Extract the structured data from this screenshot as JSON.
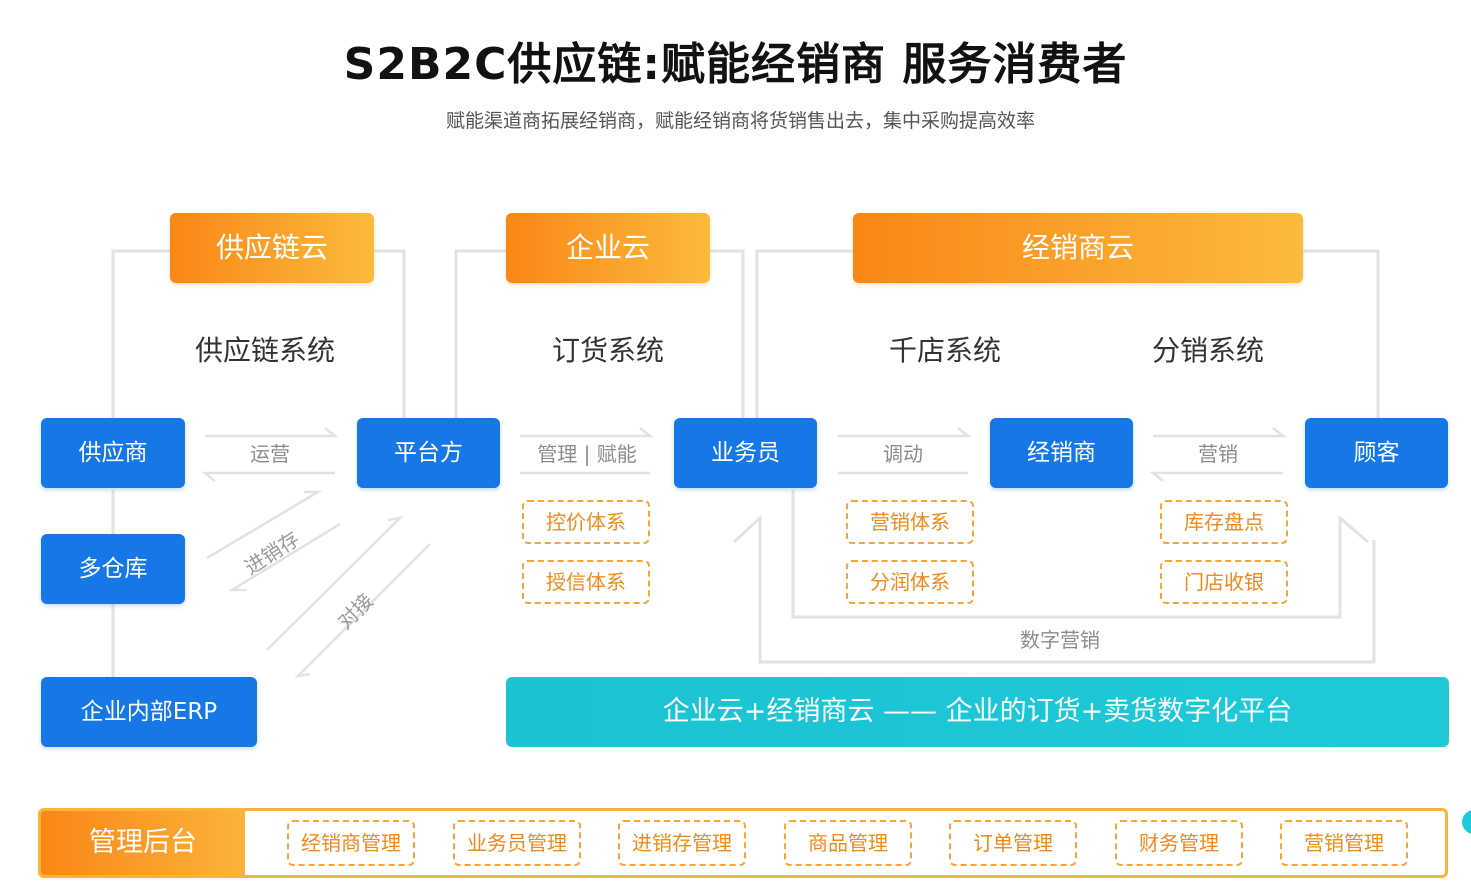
{
  "header": {
    "title": "S2B2C供应链:赋能经销商 服务消费者",
    "subtitle": "赋能渠道商拓展经销商，赋能经销商将货销售出去，集中采购提高效率"
  },
  "clouds": {
    "supply_chain": "供应链云",
    "enterprise": "企业云",
    "distributor": "经销商云"
  },
  "systems": {
    "supply_chain": "供应链系统",
    "ordering": "订货系统",
    "thousand_stores": "千店系统",
    "distribution": "分销系统"
  },
  "nodes": {
    "supplier": "供应商",
    "platform": "平台方",
    "salesman": "业务员",
    "dealer": "经销商",
    "customer": "顾客",
    "warehouse": "多仓库",
    "erp": "企业内部ERP"
  },
  "edges": {
    "operate": "运营",
    "manage_empower": "管理 | 赋能",
    "dispatch": "调动",
    "marketing": "营销",
    "inventory": "进销存",
    "docking": "对接",
    "digital_marketing": "数字营销"
  },
  "tags": {
    "price_control": "控价体系",
    "credit": "授信体系",
    "marketing_system": "营销体系",
    "profit_share": "分润体系",
    "stocktaking": "库存盘点",
    "store_cashier": "门店收银"
  },
  "banner": "企业云+经销商云 —— 企业的订货+卖货数字化平台",
  "admin": {
    "title": "管理后台",
    "items": [
      "经销商管理",
      "业务员管理",
      "进销存管理",
      "商品管理",
      "订单管理",
      "财务管理",
      "营销管理"
    ]
  },
  "colors": {
    "orange": "#f98716",
    "blue": "#1677e6",
    "cyan": "#1ecad8",
    "line": "#e3e3e3"
  }
}
